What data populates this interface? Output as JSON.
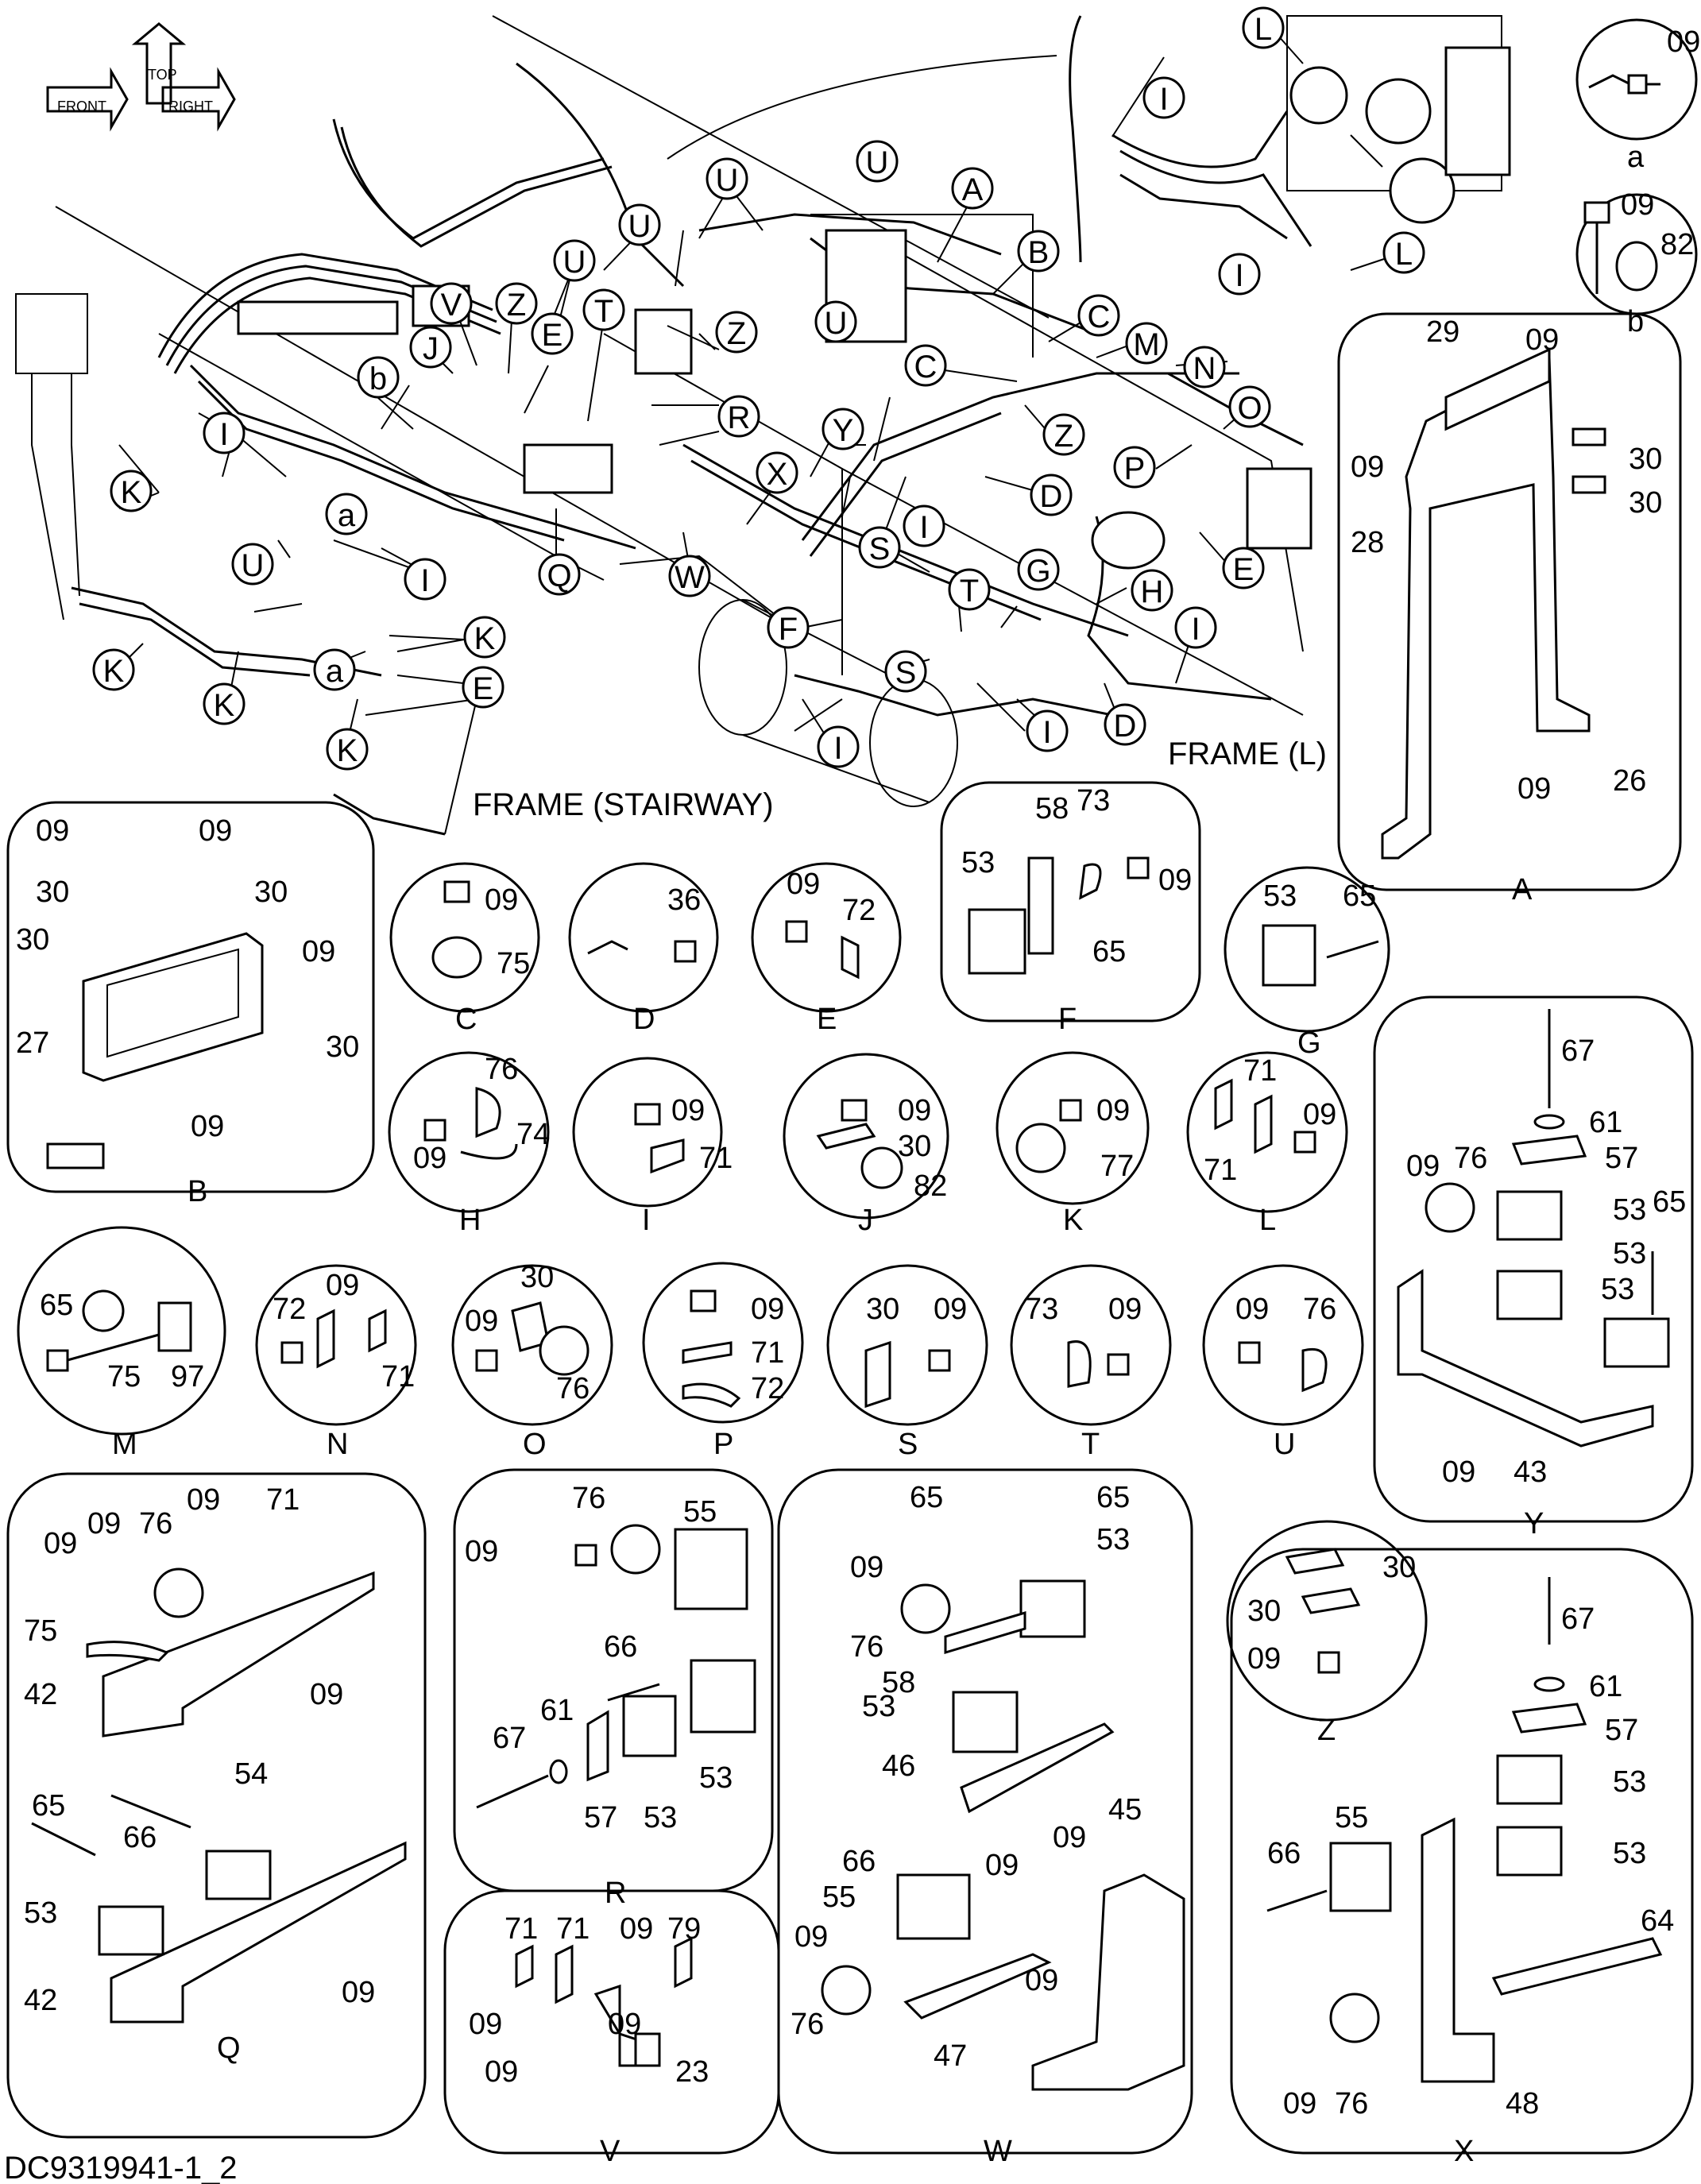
{
  "orientation_labels": [
    "FRONT",
    "TOP",
    "RIGHT"
  ],
  "frame_labels": [
    "FRAME (STAIRWAY)",
    "FRAME (L)"
  ],
  "drawing_number": "DC9319941-1_2",
  "callouts": [
    "A",
    "B",
    "C",
    "C",
    "D",
    "D",
    "E",
    "E",
    "E",
    "F",
    "G",
    "H",
    "I",
    "I",
    "I",
    "I",
    "I",
    "I",
    "I",
    "I",
    "I",
    "J",
    "K",
    "K",
    "K",
    "K",
    "K",
    "L",
    "L",
    "M",
    "N",
    "O",
    "P",
    "Q",
    "R",
    "S",
    "S",
    "T",
    "T",
    "U",
    "U",
    "U",
    "U",
    "U",
    "U",
    "V",
    "W",
    "X",
    "Y",
    "Z",
    "Z",
    "Z",
    "a",
    "a",
    "b",
    "b"
  ],
  "details": {
    "A": {
      "label": "A",
      "parts": [
        "29",
        "09",
        "09",
        "30",
        "30",
        "28",
        "26",
        "09"
      ]
    },
    "a": {
      "label": "a",
      "parts": [
        "09"
      ]
    },
    "b": {
      "label": "b",
      "parts": [
        "09",
        "82"
      ]
    },
    "B": {
      "label": "B",
      "parts": [
        "09",
        "09",
        "30",
        "30",
        "30",
        "09",
        "27",
        "30",
        "09"
      ]
    },
    "C": {
      "label": "C",
      "parts": [
        "09",
        "75"
      ]
    },
    "D": {
      "label": "D",
      "parts": [
        "36"
      ]
    },
    "E": {
      "label": "E",
      "parts": [
        "09",
        "72"
      ]
    },
    "F": {
      "label": "F",
      "parts": [
        "58",
        "73",
        "53",
        "09",
        "65"
      ]
    },
    "G": {
      "label": "G",
      "parts": [
        "53",
        "65"
      ]
    },
    "H": {
      "label": "H",
      "parts": [
        "76",
        "74",
        "09"
      ]
    },
    "I": {
      "label": "I",
      "parts": [
        "09",
        "71"
      ]
    },
    "J": {
      "label": "J",
      "parts": [
        "09",
        "30",
        "82"
      ]
    },
    "K": {
      "label": "K",
      "parts": [
        "09",
        "77"
      ]
    },
    "L": {
      "label": "L",
      "parts": [
        "71",
        "09",
        "71"
      ]
    },
    "M": {
      "label": "M",
      "parts": [
        "65",
        "75",
        "97"
      ]
    },
    "N": {
      "label": "N",
      "parts": [
        "72",
        "09",
        "71"
      ]
    },
    "O": {
      "label": "O",
      "parts": [
        "30",
        "09",
        "76"
      ]
    },
    "P": {
      "label": "P",
      "parts": [
        "09",
        "71",
        "72"
      ]
    },
    "S": {
      "label": "S",
      "parts": [
        "30",
        "09"
      ]
    },
    "T": {
      "label": "T",
      "parts": [
        "73",
        "09"
      ]
    },
    "U": {
      "label": "U",
      "parts": [
        "09",
        "76"
      ]
    },
    "Y": {
      "label": "Y",
      "parts": [
        "67",
        "61",
        "57",
        "09",
        "76",
        "53",
        "53",
        "65",
        "53",
        "09",
        "43"
      ]
    },
    "Q": {
      "label": "Q",
      "parts": [
        "09",
        "09",
        "76",
        "09",
        "71",
        "75",
        "42",
        "09",
        "54",
        "65",
        "66",
        "53",
        "42",
        "09"
      ]
    },
    "R": {
      "label": "R",
      "parts": [
        "76",
        "55",
        "09",
        "66",
        "61",
        "67",
        "57",
        "53",
        "53"
      ]
    },
    "W": {
      "label": "W",
      "parts": [
        "65",
        "65",
        "09",
        "53",
        "76",
        "58",
        "53",
        "46",
        "09",
        "45",
        "66",
        "09",
        "55",
        "09",
        "09",
        "76",
        "47"
      ]
    },
    "Z": {
      "label": "Z",
      "parts": [
        "30",
        "30",
        "09"
      ]
    },
    "V": {
      "label": "V",
      "parts": [
        "71",
        "71",
        "09",
        "79",
        "09",
        "09",
        "09",
        "23"
      ]
    },
    "X": {
      "label": "X",
      "parts": [
        "67",
        "61",
        "57",
        "55",
        "53",
        "66",
        "53",
        "64",
        "09",
        "76",
        "48"
      ]
    }
  }
}
